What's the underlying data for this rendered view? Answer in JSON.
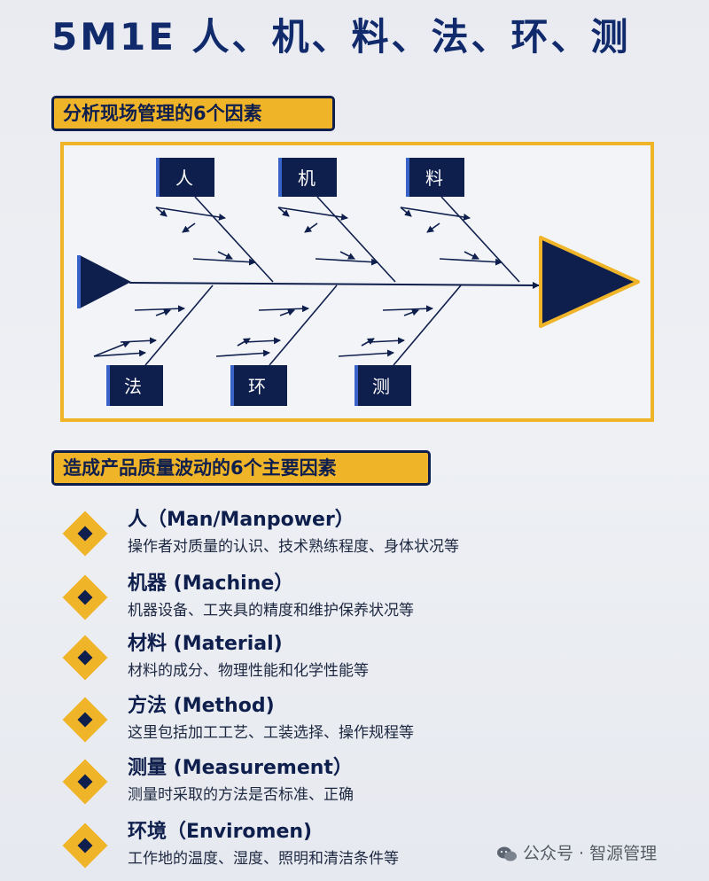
{
  "title": "5M1E 人、机、料、法、环、测",
  "section1_tag": "分析现场管理的6个因素",
  "fishbone": {
    "top_labels": [
      "人",
      "机",
      "料"
    ],
    "bottom_labels": [
      "法",
      "环",
      "测"
    ]
  },
  "section2_tag": "造成产品质量波动的6个主要因素",
  "factors": [
    {
      "title": "人（Man/Manpower）",
      "desc": "操作者对质量的认识、技术熟练程度、身体状况等"
    },
    {
      "title": "机器 (Machine）",
      "desc": "机器设备、工夹具的精度和维护保养状况等"
    },
    {
      "title": "材料 (Material)",
      "desc": "材料的成分、物理性能和化学性能等"
    },
    {
      "title": "方法 (Method)",
      "desc": "这里包括加工工艺、工装选择、操作规程等"
    },
    {
      "title": "测量 (Measurement）",
      "desc": "测量时采取的方法是否标准、正确"
    },
    {
      "title": "环境（Enviromen)",
      "desc": "工作地的温度、湿度、照明和清洁条件等"
    }
  ],
  "watermark": "公众号 · 智源管理",
  "colors": {
    "navy": "#0f1f4d",
    "gold": "#f0b429",
    "background": "#eceef2"
  }
}
